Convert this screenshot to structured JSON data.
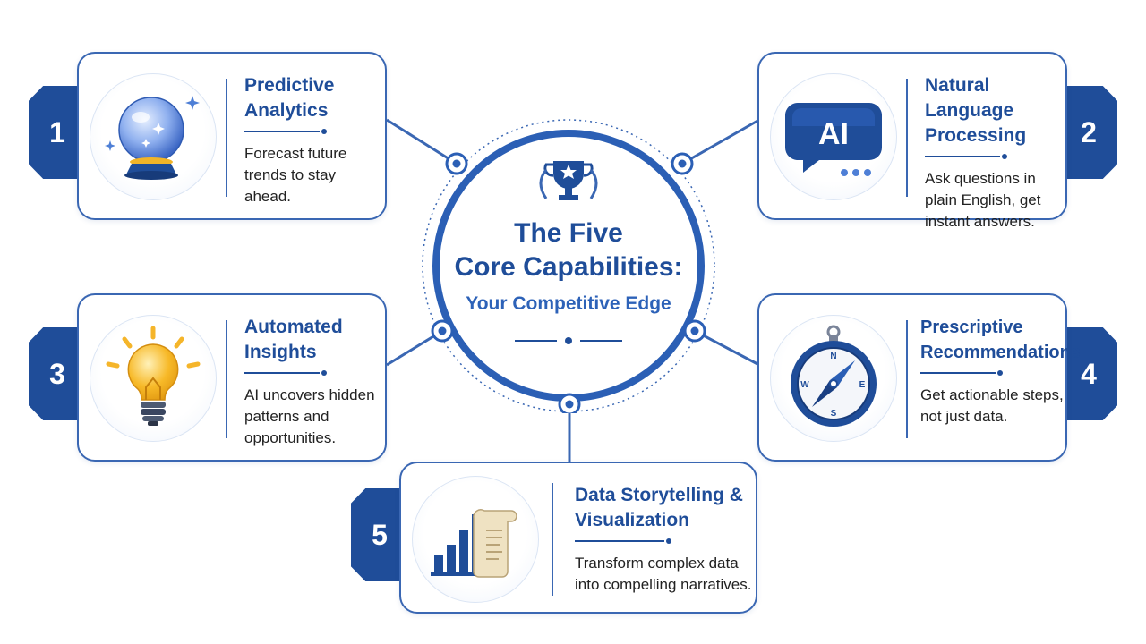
{
  "center": {
    "title_line1": "The Five",
    "title_line2": "Core Capabilities:",
    "subtitle": "Your Competitive Edge",
    "icon": "trophy-icon"
  },
  "cards": [
    {
      "number": "1",
      "title": "Predictive Analytics",
      "description": "Forecast future trends to stay ahead.",
      "icon": "crystal-ball-icon"
    },
    {
      "number": "2",
      "title": "Natural Language Processing",
      "description": "Ask questions in plain English, get instant answers.",
      "icon": "ai-chat-bubble-icon",
      "icon_text": "AI"
    },
    {
      "number": "3",
      "title": "Automated Insights",
      "description": "AI uncovers hidden patterns and opportunities.",
      "icon": "lightbulb-icon"
    },
    {
      "number": "4",
      "title": "Prescriptive Recommendations",
      "description": "Get actionable steps, not just data.",
      "icon": "compass-icon",
      "compass_labels": {
        "n": "N",
        "s": "S",
        "e": "E",
        "w": "W"
      }
    },
    {
      "number": "5",
      "title": "Data Storytelling & Visualization",
      "description": "Transform complex data into compelling narratives.",
      "icon": "bar-chart-scroll-icon"
    }
  ],
  "colors": {
    "primary": "#1f4d99",
    "accent": "#3a67b3",
    "bulb": "#f7b928"
  }
}
